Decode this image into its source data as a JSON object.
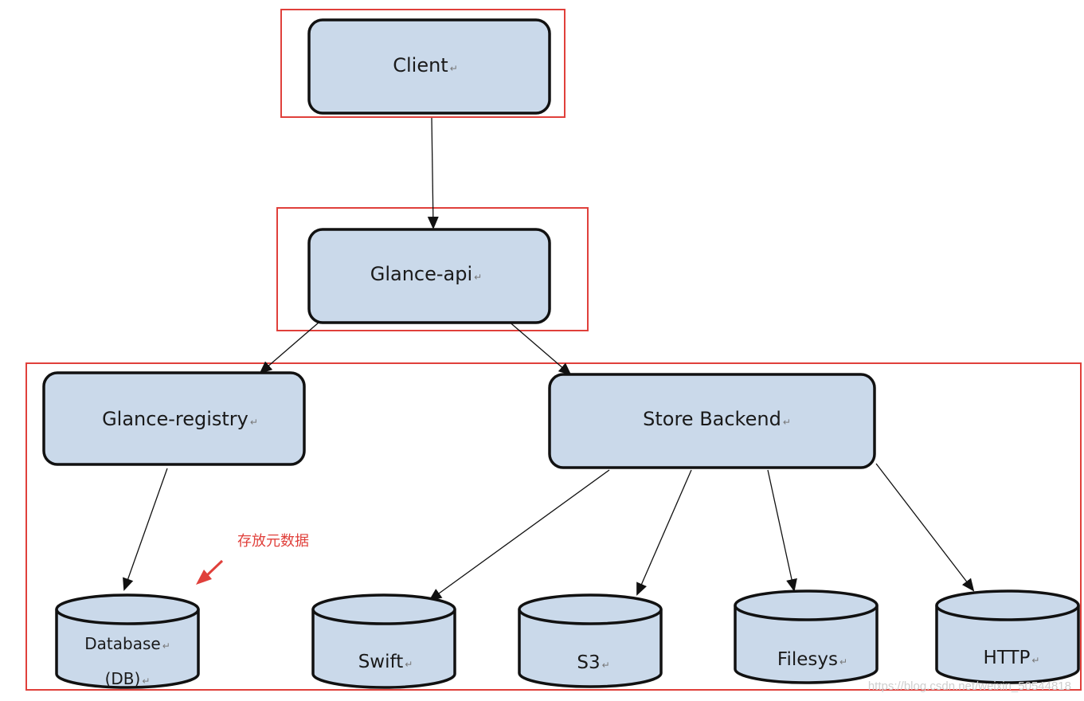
{
  "nodes": {
    "client": "Client",
    "glance_api": "Glance-api",
    "glance_registry": "Glance-registry",
    "store_backend": "Store Backend"
  },
  "databases": {
    "database_line1": "Database",
    "database_line2": "(DB)",
    "swift": "Swift",
    "s3": "S3",
    "filesys": "Filesys",
    "http": "HTTP"
  },
  "paragraph_mark": "↵",
  "annotation": "存放元数据",
  "watermark": "https://blog.csdn.net/weixin_50544818",
  "colors": {
    "box_fill": "#cad9ea",
    "box_stroke": "#111111",
    "highlight": "#e0403b"
  }
}
